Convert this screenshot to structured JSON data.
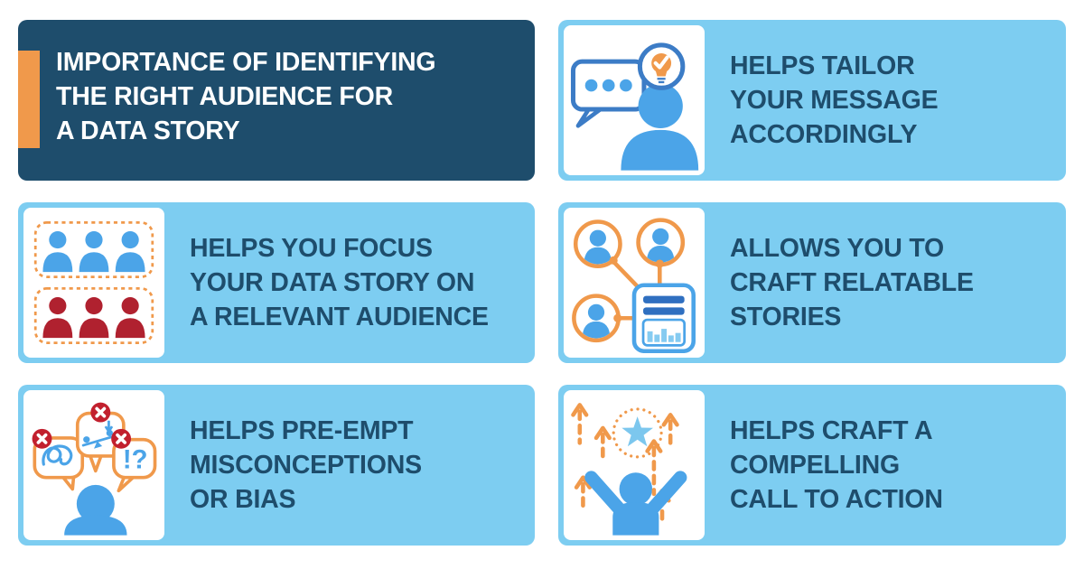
{
  "infographic": {
    "title": {
      "lines": [
        "IMPORTANCE OF IDENTIFYING",
        "THE RIGHT AUDIENCE FOR",
        "A DATA STORY"
      ]
    },
    "benefits": [
      {
        "name": "tailor-message",
        "icon": "person-message-lightbulb-icon",
        "lines": [
          "HELPS TAILOR",
          "YOUR MESSAGE",
          "ACCORDINGLY"
        ]
      },
      {
        "name": "focus-audience",
        "icon": "audience-groups-icon",
        "lines": [
          "HELPS YOU FOCUS",
          "YOUR DATA STORY ON",
          "A RELEVANT AUDIENCE"
        ]
      },
      {
        "name": "relatable-stories",
        "icon": "people-network-report-icon",
        "lines": [
          "ALLOWS YOU TO",
          "CRAFT RELATABLE",
          "STORIES"
        ]
      },
      {
        "name": "preempt-bias",
        "icon": "misconception-speech-bubbles-icon",
        "lines": [
          "HELPS PRE-EMPT",
          "MISCONCEPTIONS",
          "OR BIAS"
        ],
        "interrobang": "!?"
      },
      {
        "name": "call-to-action",
        "icon": "celebrating-person-star-icon",
        "lines": [
          "HELPS CRAFT A",
          "COMPELLING",
          "CALL TO ACTION"
        ]
      }
    ],
    "colors": {
      "navy": "#1E4D6C",
      "panel_blue": "#7DCDF1",
      "orange": "#F0994B",
      "person_blue": "#4BA4E8",
      "outline_blue": "#3C7CC6",
      "bar_blue": "#2F6FC0",
      "light_bar_blue": "#85CBF1",
      "star_blue": "#7CC7EE",
      "dark_red": "#B0212F",
      "badge_red": "#C2202E",
      "white": "#FFFFFF"
    }
  }
}
